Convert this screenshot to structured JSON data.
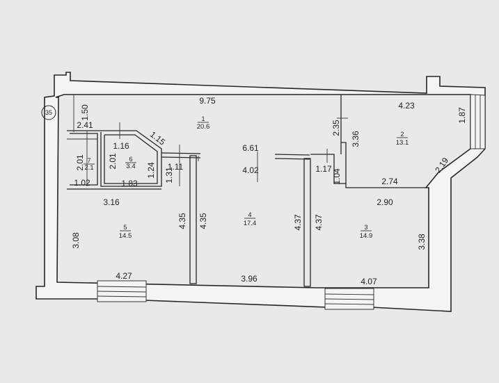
{
  "axis_marker": "35",
  "rooms": [
    {
      "no": "1",
      "area": "20.6"
    },
    {
      "no": "2",
      "area": "13.1"
    },
    {
      "no": "3",
      "area": "14.9"
    },
    {
      "no": "4",
      "area": "17.4"
    },
    {
      "no": "5",
      "area": "14.5"
    },
    {
      "no": "6",
      "area": "3.4"
    },
    {
      "no": "7",
      "area": "2.1"
    }
  ],
  "dims": {
    "d_1_50": "1.50",
    "d_9_75": "9.75",
    "d_4_23": "4.23",
    "d_1_87": "1.87",
    "d_2_41": "2.41",
    "d_1_16": "1.16",
    "d_1_15": "1.15",
    "d_2_35": "2.35",
    "d_3_36": "3.36",
    "d_2_01a": "2.01",
    "d_2_01b": "2.01",
    "d_1_24": "1.24",
    "d_1_11": "1.11",
    "d_1_31": "1.31",
    "d_6_61": "6.61",
    "d_4_02": "4.02",
    "d_1_17": "1.17",
    "d_1_04": "1.04",
    "d_2_74": "2.74",
    "d_2_19": "2.19",
    "d_1_02": "1.02",
    "d_1_83": "1.83",
    "d_3_16": "3.16",
    "d_2_90": "2.90",
    "d_3_08": "3.08",
    "d_4_35a": "4.35",
    "d_4_35b": "4.35",
    "d_4_37a": "4.37",
    "d_4_37b": "4.37",
    "d_3_38": "3.38",
    "d_4_27": "4.27",
    "d_3_96": "3.96",
    "d_4_07": "4.07"
  }
}
